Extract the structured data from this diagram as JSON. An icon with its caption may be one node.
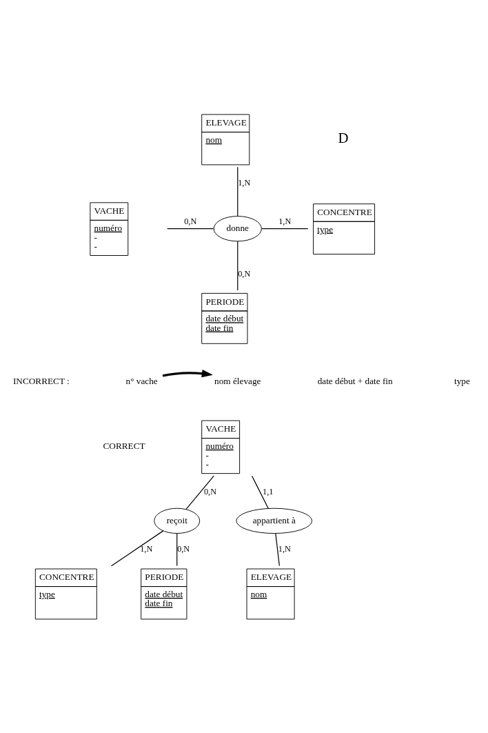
{
  "diagram": {
    "nodes": [
      {
        "text": [
          "ELEVAGE",
          "nom"
        ]
      },
      {
        "text": [
          "VACHE",
          "numéro",
          "-",
          "-"
        ]
      },
      {
        "text": [
          "donne"
        ]
      },
      {
        "text": [
          "CONCENTRE",
          "type"
        ]
      },
      {
        "text": [
          "PERIODE",
          "date début",
          "date fin"
        ]
      },
      {
        "text": [
          "n° vache"
        ]
      },
      {
        "text": [
          "nom élevage"
        ]
      },
      {
        "text": [
          "CONCENTRE",
          "type"
        ]
      },
      {
        "text": [
          "reçoit"
        ]
      },
      {
        "text": [
          "VACHE",
          "numéro",
          "-",
          "-"
        ]
      },
      {
        "text": [
          "PERIODE",
          "date début",
          "date fin"
        ]
      },
      {
        "text": [
          "appartient à"
        ]
      },
      {
        "text": [
          "ELEVAGE",
          "nom"
        ]
      }
    ],
    "edges": [
      {
        "from": 0,
        "to": 2,
        "arrow": "none",
        "label": "1,N"
      },
      {
        "from": 1,
        "to": 2,
        "arrow": "none",
        "label": "0,N"
      },
      {
        "from": 2,
        "to": 3,
        "arrow": "none",
        "label": "1,N"
      },
      {
        "from": 2,
        "to": 4,
        "arrow": "none",
        "label": "0,N"
      },
      {
        "from": 5,
        "to": 6,
        "arrow": "to",
        "style": "thick"
      },
      {
        "from": 9,
        "to": 8,
        "arrow": "none",
        "label": "0,N"
      },
      {
        "from": 8,
        "to": 7,
        "arrow": "none",
        "label": "1,N"
      },
      {
        "from": 8,
        "to": 10,
        "arrow": "none",
        "label": "0,N"
      },
      {
        "from": 9,
        "to": 11,
        "arrow": "none",
        "label": "1,1"
      },
      {
        "from": 11,
        "to": 12,
        "arrow": "none",
        "label": "1,N"
      }
    ],
    "labels": [
      "D",
      "INCORRECT :",
      "date début + date fin",
      "type",
      "CORRECT"
    ]
  }
}
